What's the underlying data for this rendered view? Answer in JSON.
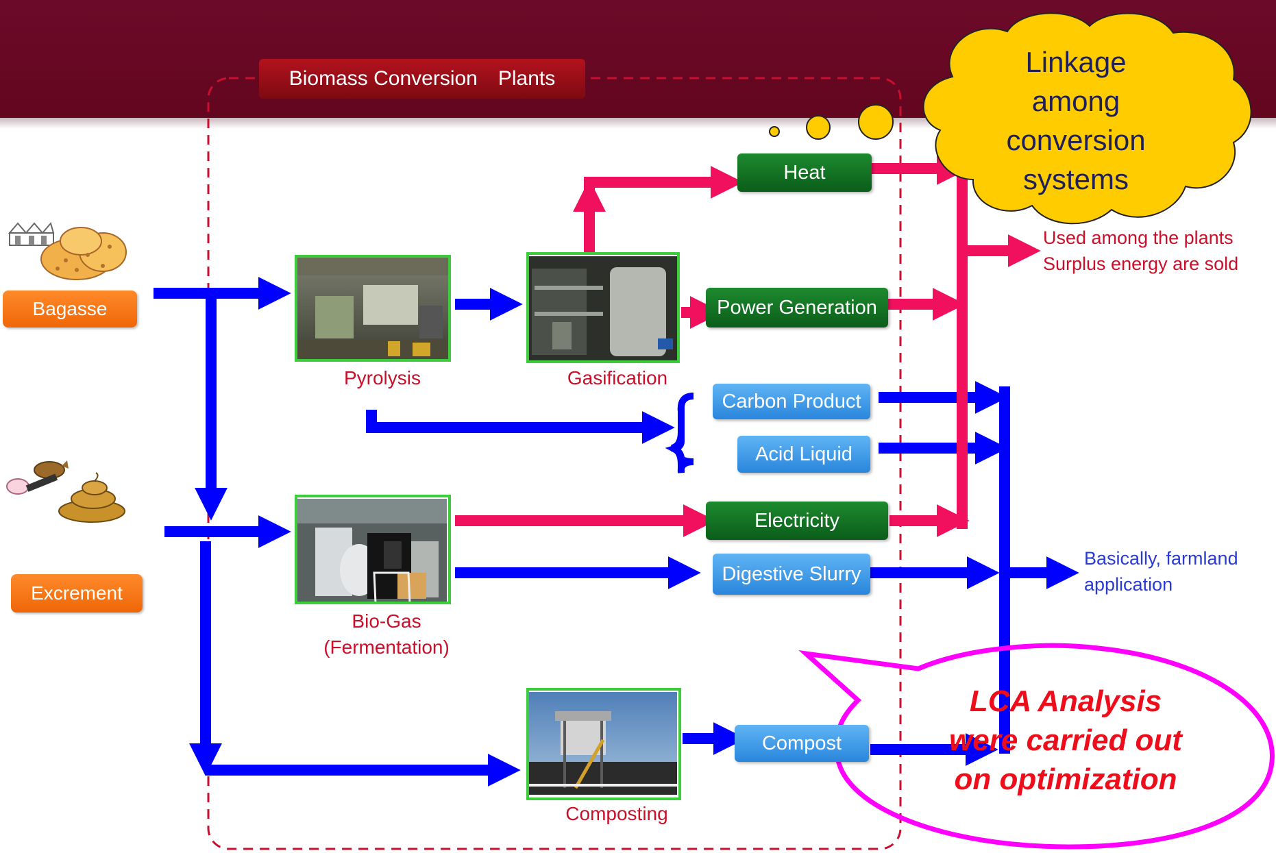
{
  "header": {
    "title": "Biomass Conversion　Plants"
  },
  "inputs": {
    "bagasse": "Bagasse",
    "excrement": "Excrement"
  },
  "processes": {
    "pyrolysis": "Pyrolysis",
    "gasification": "Gasification",
    "biogas_line1": "Bio-Gas",
    "biogas_line2": "(Fermentation)",
    "composting": "Composting"
  },
  "products": {
    "heat": "Heat",
    "power_generation": "Power Generation",
    "carbon_product": "Carbon Product",
    "acid_liquid": "Acid Liquid",
    "electricity": "Electricity",
    "digestive_slurry": "Digestive Slurry",
    "compost": "Compost"
  },
  "outputs": {
    "energy_line1": "Used among the plants",
    "energy_line2": "Surplus energy are sold",
    "farmland_line1": "Basically, farmland",
    "farmland_line2": "application"
  },
  "callouts": {
    "cloud_lines": [
      "Linkage",
      "among",
      "conversion",
      "systems"
    ],
    "lca_lines": [
      "LCA Analysis",
      "were carried out",
      "on optimization"
    ]
  },
  "colors": {
    "banner": "#6d0a2a",
    "energy_arrow": "#f0105e",
    "material_arrow": "#0000ff",
    "cloud_fill": "#ffcc00",
    "callout_outline": "#ff00ff",
    "photo_border": "#3ccc3c"
  }
}
